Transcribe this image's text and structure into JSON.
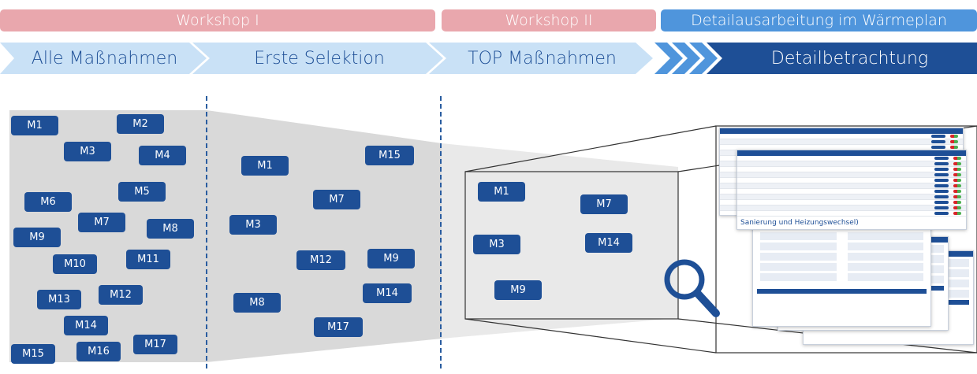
{
  "workshops": {
    "w1": "Workshop I",
    "w2": "Workshop II",
    "w3": "Detailausarbeitung im Wärmeplan"
  },
  "stages": {
    "s1": "Alle Maßnahmen",
    "s2": "Erste Selektion",
    "s3": "TOP Maßnahmen",
    "s4": "Detailbetrachtung"
  },
  "boxes": {
    "all": [
      "M1",
      "M2",
      "M3",
      "M4",
      "M5",
      "M6",
      "M7",
      "M8",
      "M9",
      "M10",
      "M11",
      "M12",
      "M13",
      "M14",
      "M15",
      "M16",
      "M17"
    ],
    "first": [
      "M1",
      "M15",
      "M7",
      "M3",
      "M9",
      "M12",
      "M14",
      "M8",
      "M17"
    ],
    "top": [
      "M1",
      "M7",
      "M3",
      "M14",
      "M9"
    ]
  },
  "document_heading": "Sanierung und Heizungswechsel)",
  "icons": {
    "magnifier": "magnifier-icon"
  },
  "colors": {
    "workshop": "#e9a7ad",
    "detail_bar": "#4f95dc",
    "chevron_light": "#c9e1f6",
    "chevron_dark": "#1e4f96",
    "box": "#1e4f96",
    "funnel": "#d9d9d9"
  }
}
